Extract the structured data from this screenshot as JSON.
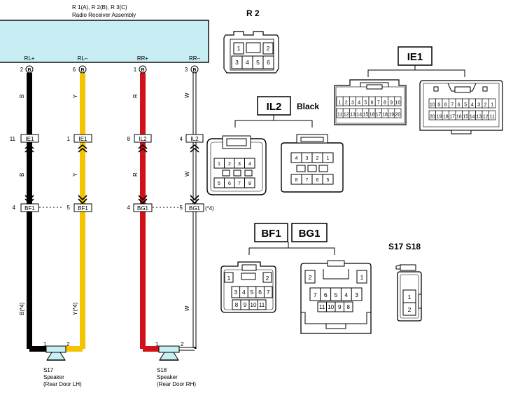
{
  "ecu": {
    "ref_line": "R 1(A), R 2(B), R 3(C)",
    "name": "Radio Receiver Assembly",
    "terminals": [
      "RL+",
      "RL–",
      "RR+",
      "RR–"
    ],
    "pins": [
      "2",
      "6",
      "1",
      "3"
    ],
    "connector_letter": "B"
  },
  "wires": [
    {
      "upper_color": "B",
      "lower_color": "B(*4)",
      "hex": "#000000"
    },
    {
      "upper_color": "Y",
      "lower_color": "Y(*4)",
      "hex": "#f5c400"
    },
    {
      "upper_color": "R",
      "lower_color": "",
      "hex": "#d0121b"
    },
    {
      "upper_color": "W",
      "lower_color": "W",
      "hex": "#ffffff"
    }
  ],
  "mid_connectors": [
    {
      "pin": "11",
      "name": "IE1"
    },
    {
      "pin": "1",
      "name": "IE1"
    },
    {
      "pin": "8",
      "name": "IL2"
    },
    {
      "pin": "4",
      "name": "IL2"
    }
  ],
  "low_connectors": [
    {
      "pin": "4",
      "name": "BF1"
    },
    {
      "pin": "5",
      "name": "BF1"
    },
    {
      "pin": "4",
      "name": "BG1"
    },
    {
      "pin": "5",
      "name": "BG1"
    }
  ],
  "low_note": "(*4)",
  "speakers": [
    {
      "id": "S17",
      "name": "Speaker",
      "loc": "(Rear Door LH)",
      "pin1": "1",
      "pin2": "2"
    },
    {
      "id": "S18",
      "name": "Speaker",
      "loc": "(Rear Door RH)",
      "pin1": "1",
      "pin2": "2"
    }
  ],
  "views": {
    "r2": {
      "title": "R 2",
      "top": [
        "1",
        "2"
      ],
      "bottom": [
        "3",
        "4",
        "5",
        "6"
      ]
    },
    "ie1": {
      "title": "IE1",
      "male": {
        "top": [
          "1",
          "2",
          "3",
          "4",
          "5",
          "6",
          "7",
          "8",
          "9",
          "10"
        ],
        "bottom": [
          "11",
          "12",
          "13",
          "14",
          "15",
          "16",
          "17",
          "18",
          "19",
          "20"
        ]
      },
      "female": {
        "top": [
          "10",
          "9",
          "8",
          "7",
          "6",
          "5",
          "4",
          "3",
          "2",
          "1"
        ],
        "bottom": [
          "20",
          "19",
          "18",
          "17",
          "16",
          "15",
          "14",
          "13",
          "12",
          "11"
        ]
      }
    },
    "il2": {
      "title": "IL2",
      "color": "Black",
      "male": {
        "top": [
          "1",
          "2",
          "3",
          "4"
        ],
        "bottom": [
          "5",
          "6",
          "7",
          "8"
        ]
      },
      "female": {
        "top": [
          "4",
          "3",
          "2",
          "1"
        ],
        "bottom": [
          "8",
          "7",
          "6",
          "5"
        ]
      }
    },
    "bf1_bg1": {
      "title_a": "BF1",
      "title_b": "BG1",
      "male": {
        "p1": "1",
        "p2": "2",
        "row2": [
          "3",
          "4",
          "5",
          "6",
          "7"
        ],
        "row3": [
          "8",
          "9",
          "10",
          "11"
        ]
      },
      "female": {
        "p1": "1",
        "p2": "2",
        "row2": [
          "7",
          "6",
          "5",
          "4",
          "3"
        ],
        "row3": [
          "11",
          "10",
          "9",
          "8"
        ]
      }
    },
    "s17_s18": {
      "title": "S17  S18",
      "pins": [
        "1",
        "2"
      ]
    }
  }
}
